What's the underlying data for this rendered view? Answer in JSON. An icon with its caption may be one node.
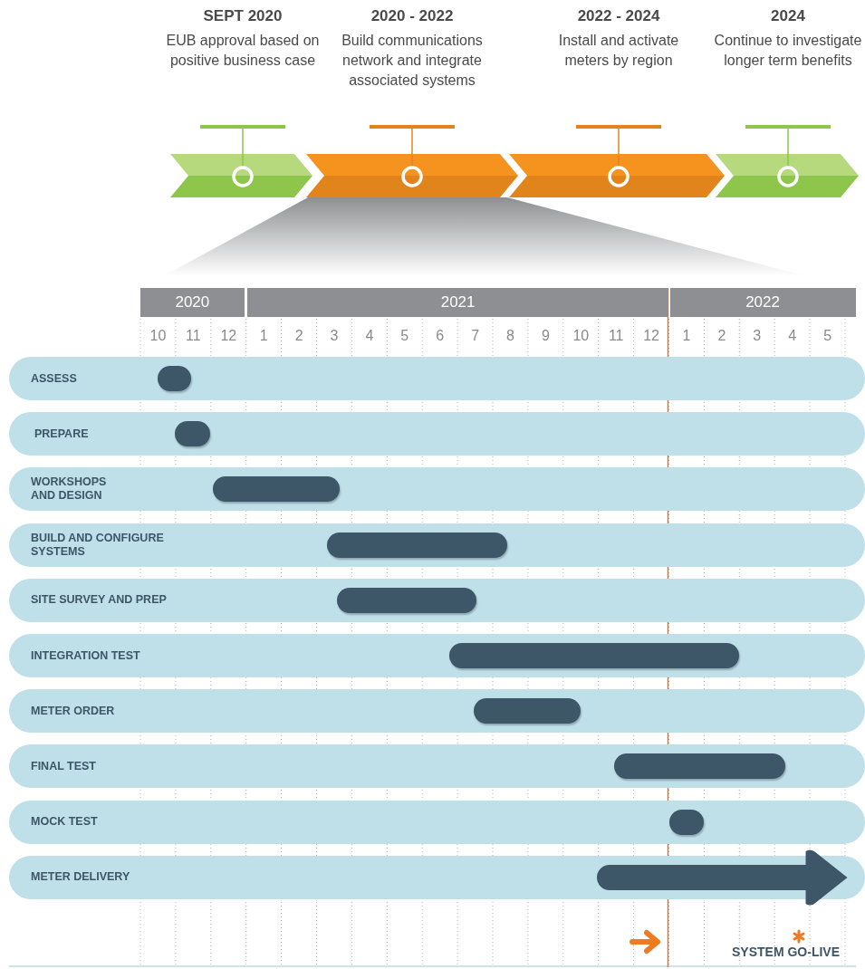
{
  "diagram": {
    "nodes": [
      {
        "text": [
          "SEPT 2020",
          "EUB approval based on positive business case"
        ]
      },
      {
        "text": [
          "2020 - 2022",
          "Build communications network and integrate associated systems"
        ]
      },
      {
        "text": [
          "2022 - 2024",
          "Install and activate meters by region"
        ]
      },
      {
        "text": [
          "2024",
          "Continue to investigate longer term benefits"
        ]
      },
      {
        "text": [
          "ASSESS"
        ]
      },
      {
        "text": [],
        "shape": "bar",
        "in": 4
      },
      {
        "text": [
          "PREPARE"
        ]
      },
      {
        "text": [],
        "shape": "bar",
        "in": 6
      },
      {
        "text": [
          "WORKSHOPS AND DESIGN"
        ]
      },
      {
        "text": [],
        "shape": "bar",
        "in": 8
      },
      {
        "text": [
          "BUILD AND CONFIGURE SYSTEMS"
        ]
      },
      {
        "text": [],
        "shape": "bar",
        "in": 10
      },
      {
        "text": [
          "SITE SURVEY AND PREP"
        ]
      },
      {
        "text": [],
        "shape": "bar",
        "in": 12
      },
      {
        "text": [
          "INTEGRATION TEST"
        ]
      },
      {
        "text": [],
        "shape": "bar",
        "in": 14
      },
      {
        "text": [
          "METER ORDER"
        ]
      },
      {
        "text": [],
        "shape": "bar",
        "in": 16
      },
      {
        "text": [
          "FINAL TEST"
        ]
      },
      {
        "text": [],
        "shape": "bar",
        "in": 18
      },
      {
        "text": [
          "MOCK TEST"
        ]
      },
      {
        "text": [],
        "shape": "bar",
        "in": 20
      },
      {
        "text": [
          "METER DELIVERY"
        ]
      },
      {
        "text": [],
        "shape": "arrow",
        "in": 22
      }
    ],
    "labels": [
      "2020",
      "2021",
      "2022",
      "10",
      "11",
      "12",
      "1",
      "2",
      "3",
      "4",
      "5",
      "6",
      "7",
      "8",
      "9",
      "10",
      "11",
      "12",
      "1",
      "2",
      "3",
      "4",
      "5",
      "SYSTEM GO-LIVE"
    ]
  }
}
